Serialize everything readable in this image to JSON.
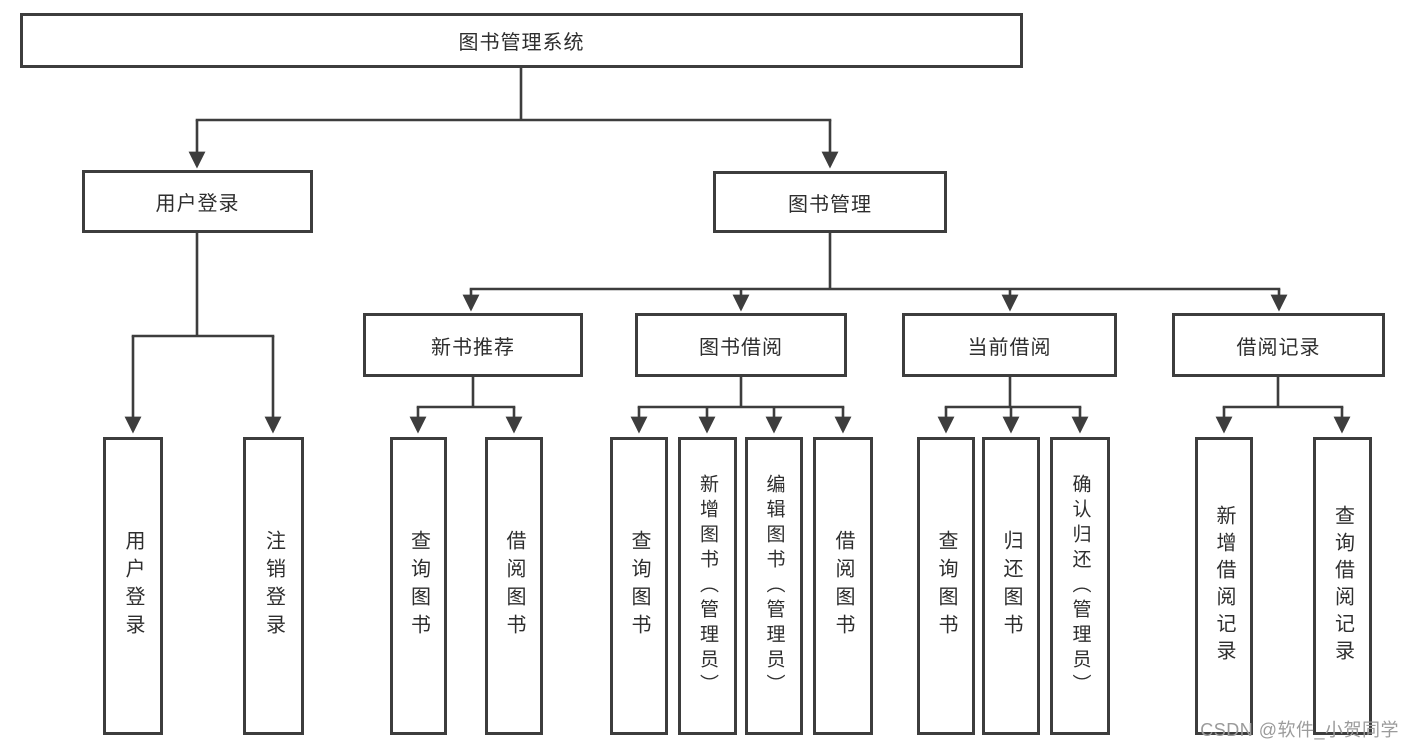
{
  "diagram": {
    "root": "图书管理系统",
    "login": {
      "label": "用户登录",
      "children": [
        "用户登录",
        "注销登录"
      ]
    },
    "management": {
      "label": "图书管理",
      "groups": [
        {
          "label": "新书推荐",
          "children": [
            "查询图书",
            "借阅图书"
          ]
        },
        {
          "label": "图书借阅",
          "children": [
            "查询图书",
            "新增图书（管理员）",
            "编辑图书（管理员）",
            "借阅图书"
          ]
        },
        {
          "label": "当前借阅",
          "children": [
            "查询图书",
            "归还图书",
            "确认归还（管理员）"
          ]
        },
        {
          "label": "借阅记录",
          "children": [
            "新增借阅记录",
            "查询借阅记录"
          ]
        }
      ]
    }
  },
  "watermark": "CSDN @软件_小贺同学",
  "colors": {
    "line": "#3d3d3d",
    "box_border": "#3d3d3d",
    "text": "#2e2e2e",
    "watermark": "#9b9b9b",
    "background": "#ffffff"
  }
}
